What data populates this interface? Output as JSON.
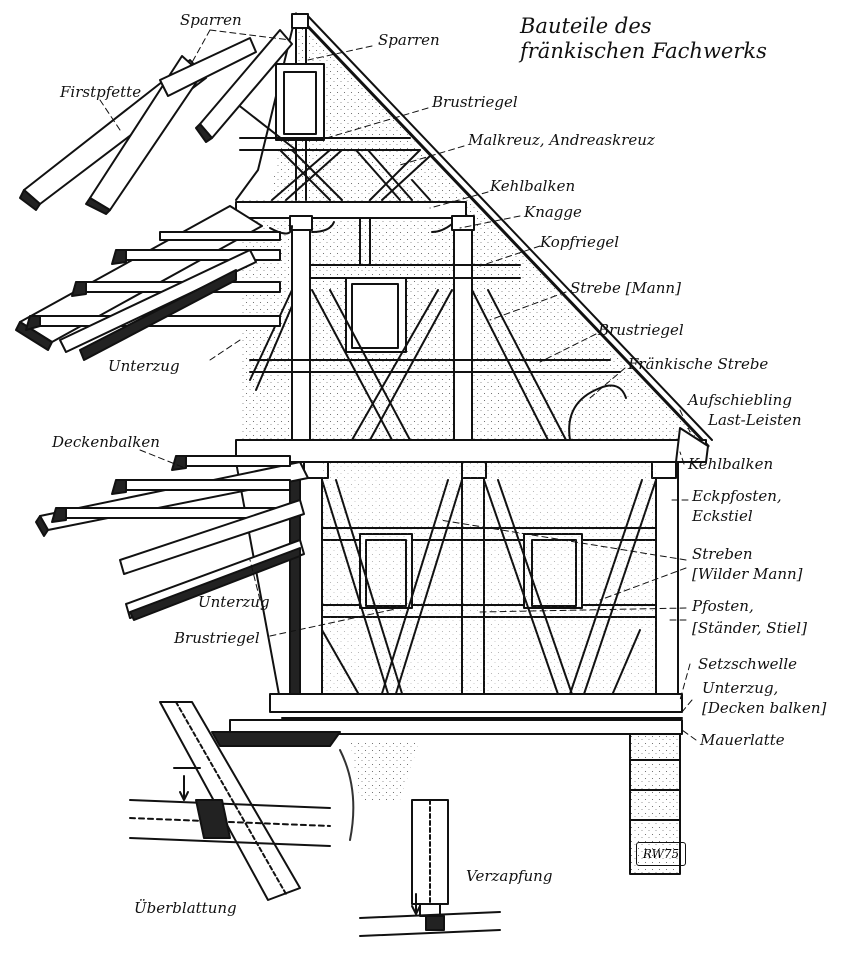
{
  "title": {
    "line1": "Bauteile des",
    "line2": "fränkischen Fachwerks"
  },
  "labels": {
    "sparren_left": "Sparren",
    "sparren_right": "Sparren",
    "firstpfette": "Firstpfette",
    "brustriegel_top": "Brustriegel",
    "malkreuz": "Malkreuz, Andreaskreuz",
    "kehlbalken_top": "Kehlbalken",
    "knagge": "Knagge",
    "kopfriegel": "Kopfriegel",
    "strebe_mann": "Strebe [Mann]",
    "brustriegel_mid": "Brustriegel",
    "unterzug_upper": "Unterzug",
    "fraenkische_strebe": "Fränkische Strebe",
    "aufschiebling_1": "Aufschiebling",
    "aufschiebling_2": "Last-Leisten",
    "deckenbalken": "Deckenbalken",
    "kehlbalken_lower": "Kehlbalken",
    "eckpfosten_1": "Eckpfosten,",
    "eckpfosten_2": "Eckstiel",
    "streben_1": "Streben",
    "streben_2": "[Wilder Mann]",
    "unterzug_lower": "Unterzug",
    "pfosten_1": "Pfosten,",
    "pfosten_2": "[Ständer, Stiel]",
    "brustriegel_low": "Brustriegel",
    "setzschwelle": "Setzschwelle",
    "unterzug_bottom_1": "Unterzug,",
    "unterzug_bottom_2": "[Decken balken]",
    "mauerlatte": "Mauerlatte",
    "verzapfung": "Verzapfung",
    "ueberblattung": "Überblattung"
  },
  "signature": "RW75"
}
